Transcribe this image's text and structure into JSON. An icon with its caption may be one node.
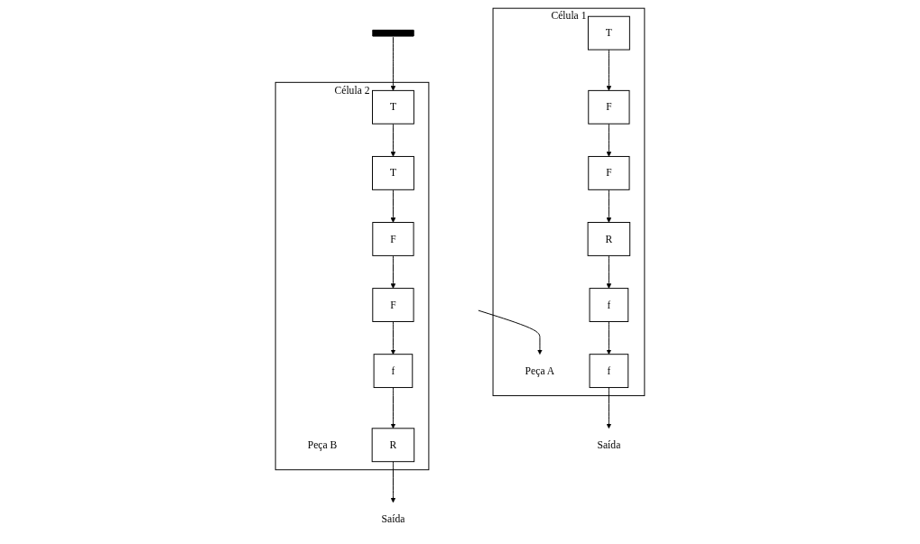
{
  "diagram": {
    "nodes": [
      {
        "text": [
          "Célula 1"
        ]
      },
      {
        "text": [
          "Peça A"
        ],
        "in": 0
      },
      {
        "text": [
          "T"
        ],
        "in": 0
      },
      {
        "text": [
          "F"
        ],
        "in": 0
      },
      {
        "text": [
          "F"
        ],
        "in": 0
      },
      {
        "text": [
          "f"
        ],
        "in": 0
      },
      {
        "text": [
          "f"
        ],
        "in": 0
      },
      {
        "text": [
          "R"
        ],
        "in": 0
      },
      {
        "text": [
          "Saída"
        ]
      },
      {
        "text": [],
        "shape": "bar"
      },
      {
        "text": [
          "Célula 2"
        ]
      },
      {
        "text": [
          "Peça B"
        ],
        "in": 10
      },
      {
        "text": [
          "T"
        ],
        "in": 10
      },
      {
        "text": [
          "T"
        ],
        "in": 10
      },
      {
        "text": [
          "F"
        ],
        "in": 10
      },
      {
        "text": [
          "R"
        ],
        "in": 10
      },
      {
        "text": [
          "f"
        ],
        "in": 10
      },
      {
        "text": [
          "F"
        ],
        "in": 10
      },
      {
        "text": [
          "Saída"
        ]
      }
    ],
    "edges": [
      {
        "from": null,
        "to": 1,
        "arrow": "to"
      },
      {
        "from": 2,
        "to": 3,
        "arrow": "to"
      },
      {
        "from": 3,
        "to": 4,
        "arrow": "to"
      },
      {
        "from": 4,
        "to": 7,
        "arrow": "to"
      },
      {
        "from": 7,
        "to": 6,
        "arrow": "to"
      },
      {
        "from": 6,
        "to": 5,
        "arrow": "to"
      },
      {
        "from": 5,
        "to": 8,
        "arrow": "to"
      },
      {
        "from": 9,
        "to": 12,
        "arrow": "to"
      },
      {
        "from": 12,
        "to": 13,
        "arrow": "to"
      },
      {
        "from": 13,
        "to": 14,
        "arrow": "to"
      },
      {
        "from": 14,
        "to": 17,
        "arrow": "to"
      },
      {
        "from": 17,
        "to": 16,
        "arrow": "to"
      },
      {
        "from": 16,
        "to": 15,
        "arrow": "to"
      },
      {
        "from": 15,
        "to": 18,
        "arrow": "to"
      }
    ]
  }
}
